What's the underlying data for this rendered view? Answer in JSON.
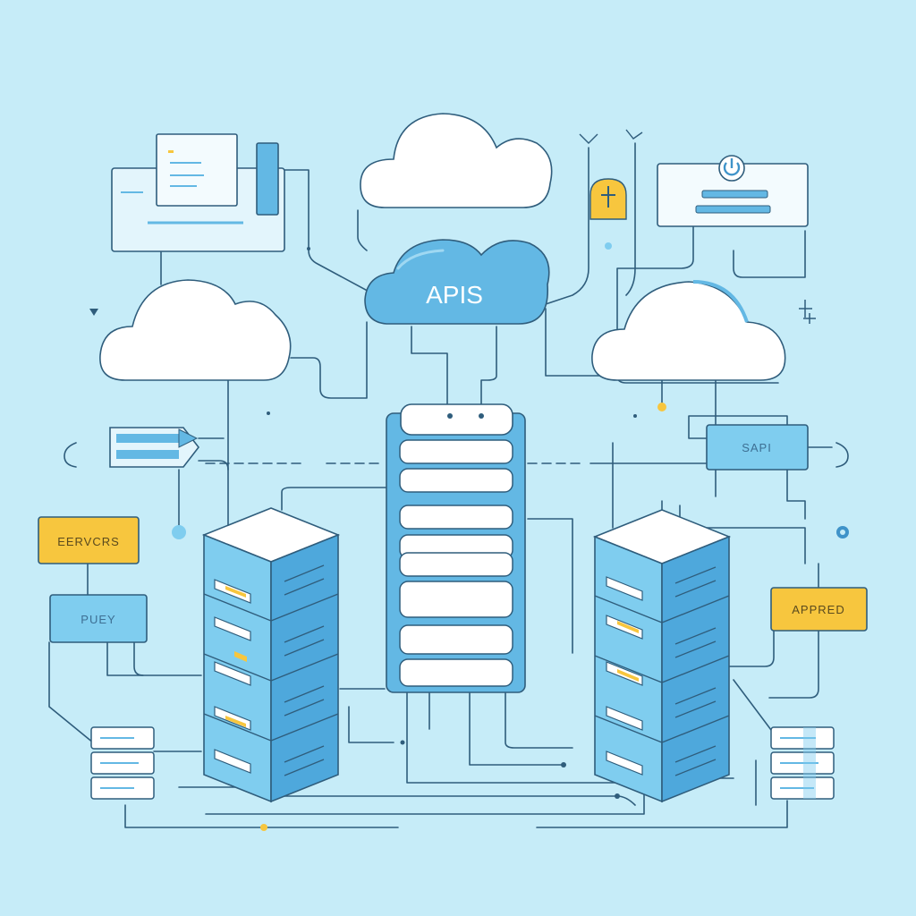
{
  "colors": {
    "background": "#c6ecf8",
    "line": "#2f5d7c",
    "accent_blue": "#63b8e4",
    "deep_blue": "#3f93c9",
    "accent_yellow": "#f7c63e",
    "white": "#ffffff"
  },
  "labels": {
    "central_cloud": "APIS",
    "servers_tag": "EERVCRS",
    "pudy_tag": "PUEY",
    "sapi_tag": "SAPI",
    "apprered_tag": "APPRED"
  },
  "icons": {
    "power": "power-icon",
    "lock": "lock-icon",
    "arrow": "arrow-right-icon"
  }
}
